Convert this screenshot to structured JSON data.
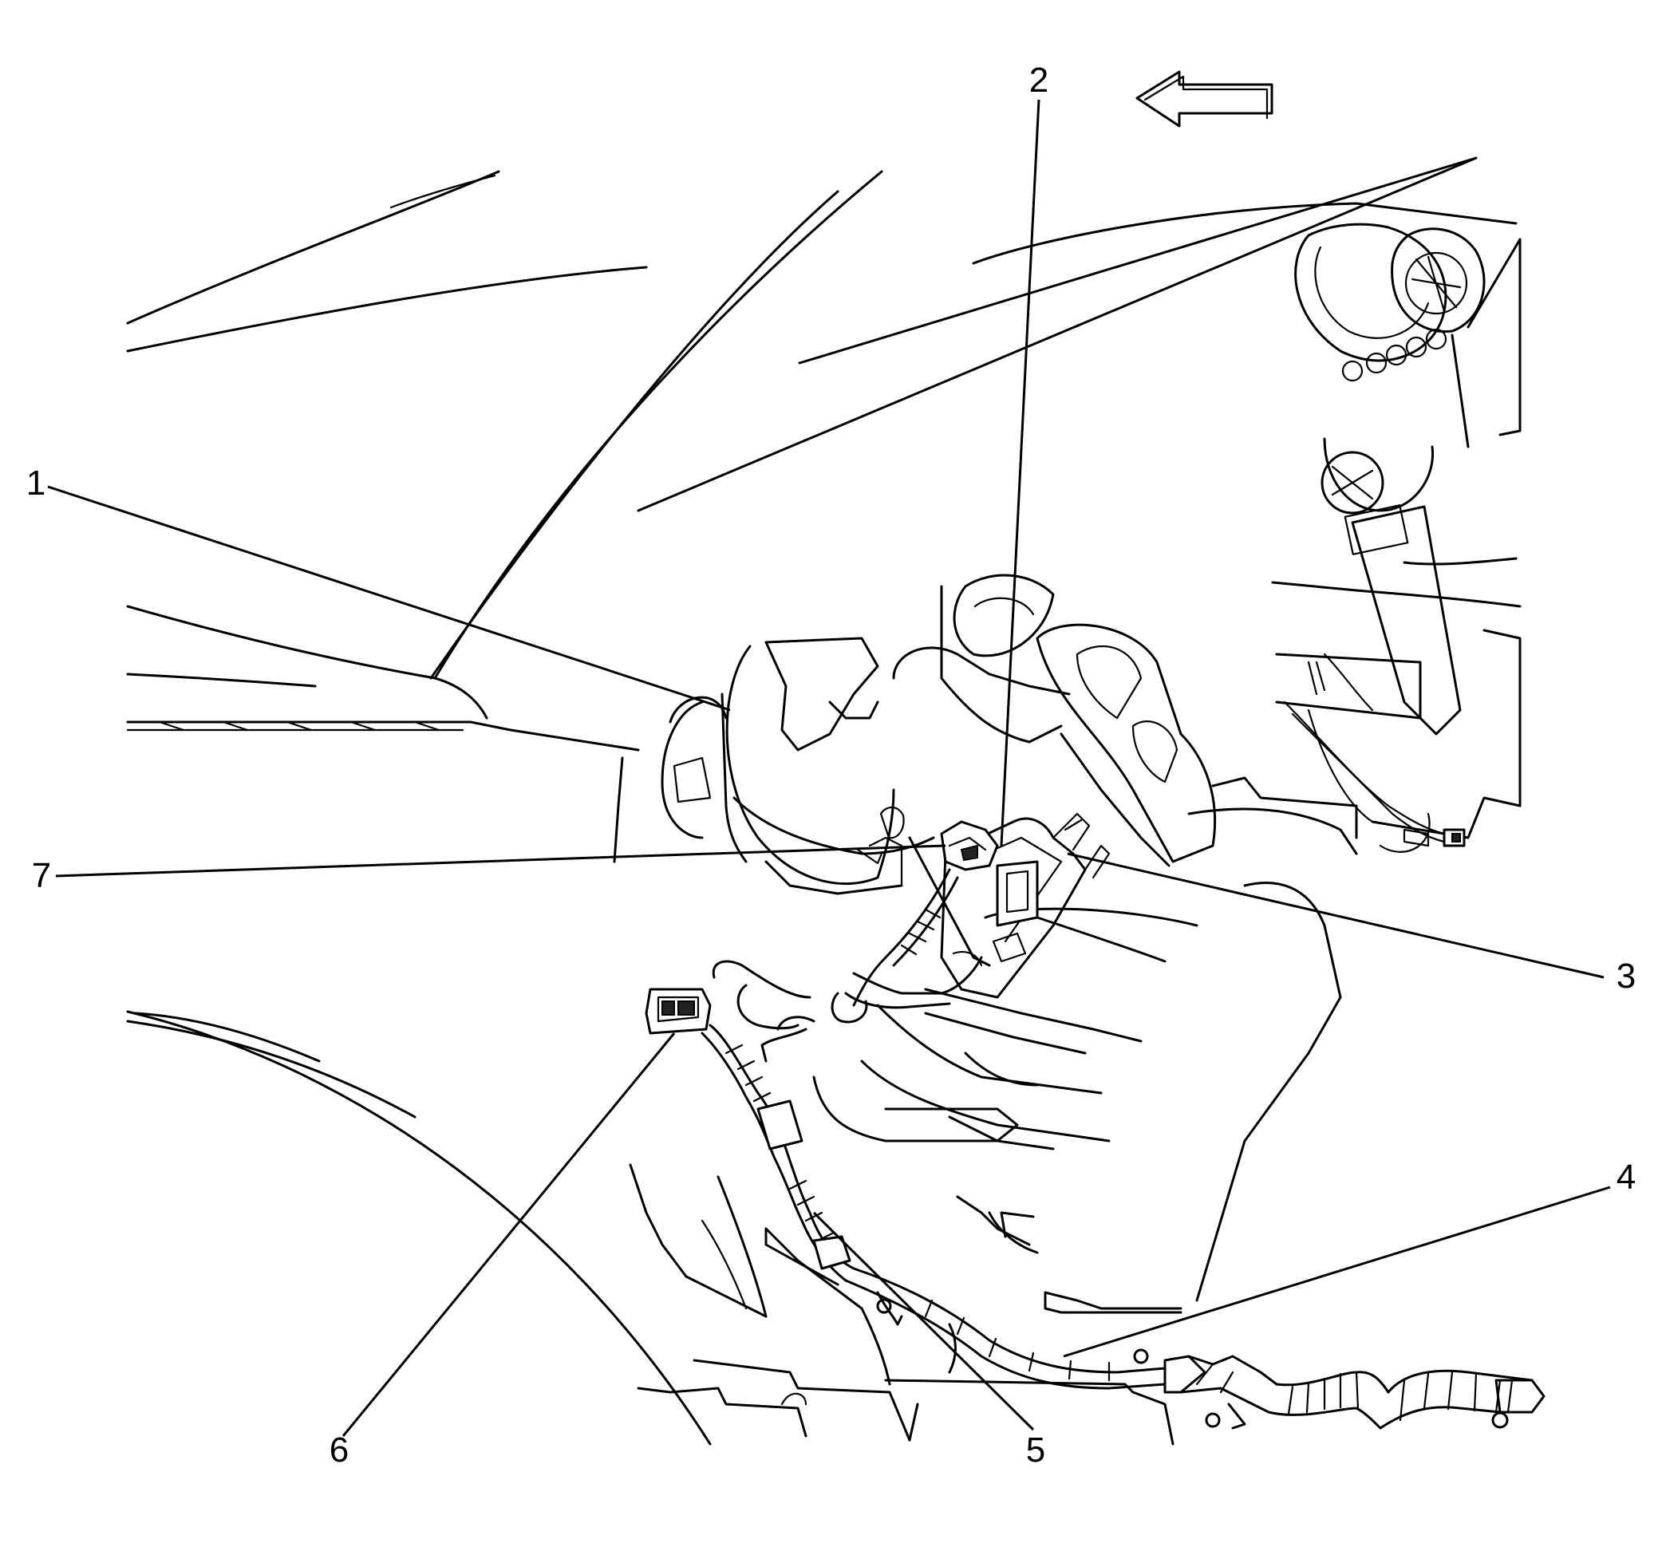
{
  "callouts": [
    {
      "id": "1",
      "label": "1"
    },
    {
      "id": "2",
      "label": "2"
    },
    {
      "id": "3",
      "label": "3"
    },
    {
      "id": "4",
      "label": "4"
    },
    {
      "id": "5",
      "label": "5"
    },
    {
      "id": "6",
      "label": "6"
    },
    {
      "id": "7",
      "label": "7"
    }
  ],
  "icons": {
    "direction_arrow": "arrow-left-icon"
  }
}
